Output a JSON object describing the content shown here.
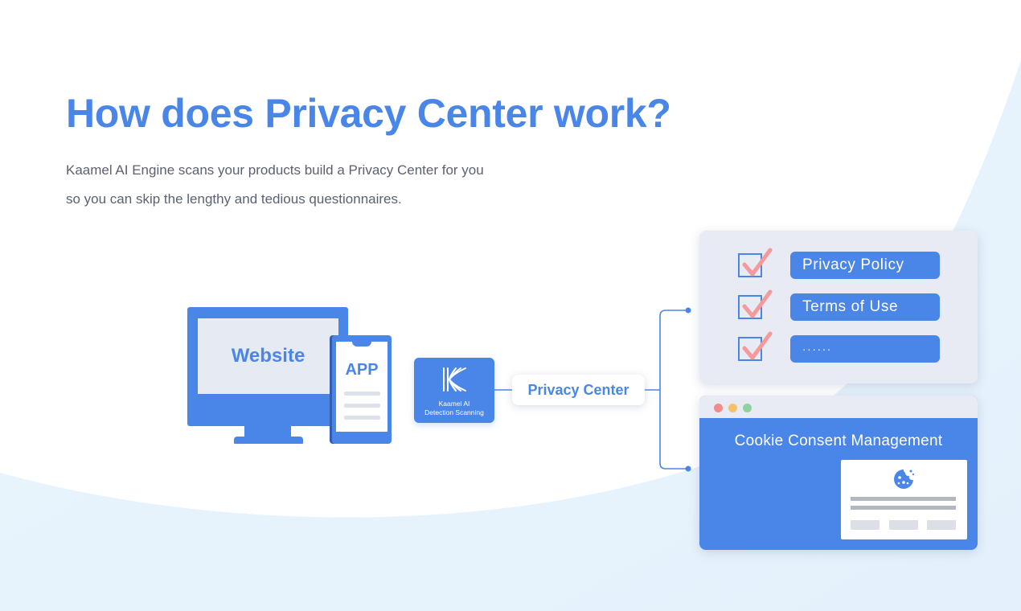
{
  "header": {
    "title": "How does Privacy Center work?",
    "subtitle_lines": [
      "Kaamel AI Engine scans your products build a Privacy Center for you",
      "so you can skip the lengthy and tedious questionnaires."
    ]
  },
  "sources": {
    "website_label": "Website",
    "app_label": "APP"
  },
  "engine": {
    "logo_icon": "kaamel-logo-icon",
    "label_line1": "Kaamel AI",
    "label_line2": "Detection Scanning"
  },
  "privacy_center": {
    "label": "Privacy Center"
  },
  "documents": {
    "items": [
      {
        "label": "Privacy Policy",
        "checked": true
      },
      {
        "label": "Terms of Use",
        "checked": true
      },
      {
        "label": "······",
        "checked": true
      }
    ]
  },
  "cookie": {
    "title": "Cookie Consent Management",
    "icon": "cookie-icon"
  },
  "colors": {
    "primary": "#4a86e8",
    "check_mark": "#f49a9a",
    "card_bg": "#e8ebf3",
    "background_tint": "#e8f4fd",
    "dot_red": "#f28b8b",
    "dot_yellow": "#f5c26b",
    "dot_green": "#8fd19e"
  }
}
